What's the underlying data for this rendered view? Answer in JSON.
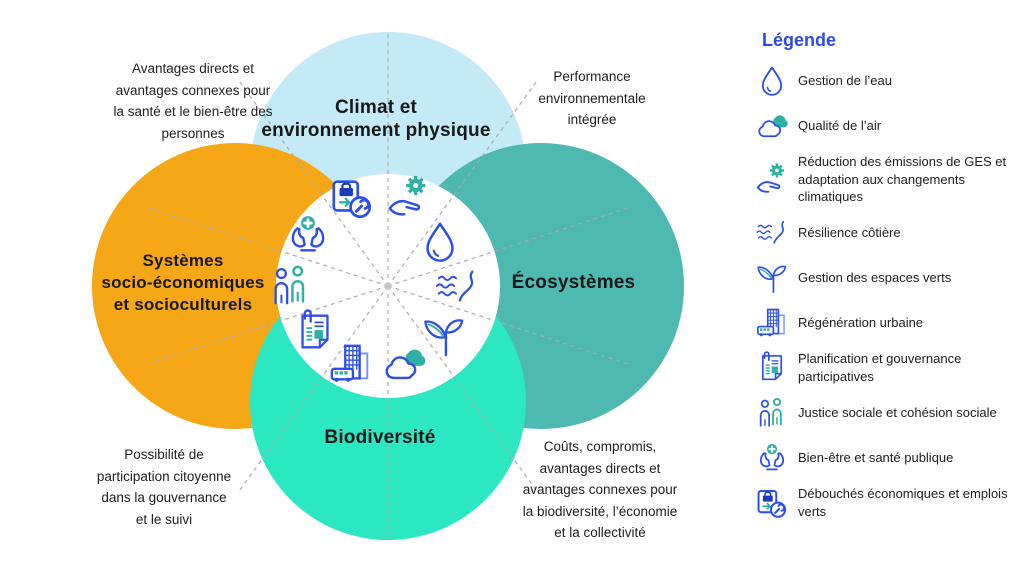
{
  "diagram": {
    "circles": {
      "top": {
        "label": "Climat et\nenvironnement physique",
        "color": "#C3EAF6"
      },
      "left": {
        "label": "Systèmes\nsocio-économiques\net socioculturels",
        "color": "#F6A716"
      },
      "right": {
        "label": "Écosystèmes",
        "color": "#4DB9B1"
      },
      "bottom": {
        "label": "Biodiversité",
        "color": "#2BE7C2"
      }
    },
    "annotations": {
      "top_left": "Avantages directs et\navantages connexes pour\nla santé et le bien-être des\npersonnes",
      "top_right": "Performance\nenvironnementale\nintégrée",
      "bottom_left": "Possibilité de\nparticipation citoyenne\ndans la gouvernance\net le suivi",
      "bottom_right": "Coûts, compromis,\navantages directs et\navantages connexes pour\nla biodiversité, l’économie\net la collectivité"
    },
    "center_icons": [
      "economy",
      "ghg",
      "wellbeing",
      "water-drop",
      "social-justice",
      "coastal",
      "planning",
      "green-spaces",
      "urban-regen",
      "air-quality"
    ]
  },
  "icons": {
    "water-drop": "water-drop-icon",
    "air-quality": "air-quality-cloud-icon",
    "ghg": "gear-hand-icon",
    "coastal": "coastal-waves-icon",
    "green-spaces": "leaf-plant-icon",
    "urban-regen": "building-bus-icon",
    "planning": "planning-document-icon",
    "social-justice": "two-people-icon",
    "wellbeing": "hands-health-cross-icon",
    "economy": "clipboard-wrench-icon"
  },
  "legend": {
    "title": "Légende",
    "items": [
      {
        "icon": "water-drop",
        "label": "Gestion de l’eau"
      },
      {
        "icon": "air-quality",
        "label": "Qualité de l’air"
      },
      {
        "icon": "ghg",
        "label": "Réduction des émissions de GES et adaptation aux changements climatiques"
      },
      {
        "icon": "coastal",
        "label": "Résilience côtière"
      },
      {
        "icon": "green-spaces",
        "label": "Gestion des espaces verts"
      },
      {
        "icon": "urban-regen",
        "label": "Régénération urbaine"
      },
      {
        "icon": "planning",
        "label": "Planification et gouvernance participatives"
      },
      {
        "icon": "social-justice",
        "label": "Justice sociale et cohésion sociale"
      },
      {
        "icon": "wellbeing",
        "label": "Bien-être et santé publique"
      },
      {
        "icon": "economy",
        "label": "Débouchés économiques et emplois verts"
      }
    ]
  },
  "colors": {
    "legend_title": "#2B4BE8",
    "icon_blue": "#2B4FE8",
    "icon_teal": "#2FB0A5",
    "ray_gray": "#A7ABB3",
    "text": "#1C1C1C"
  }
}
